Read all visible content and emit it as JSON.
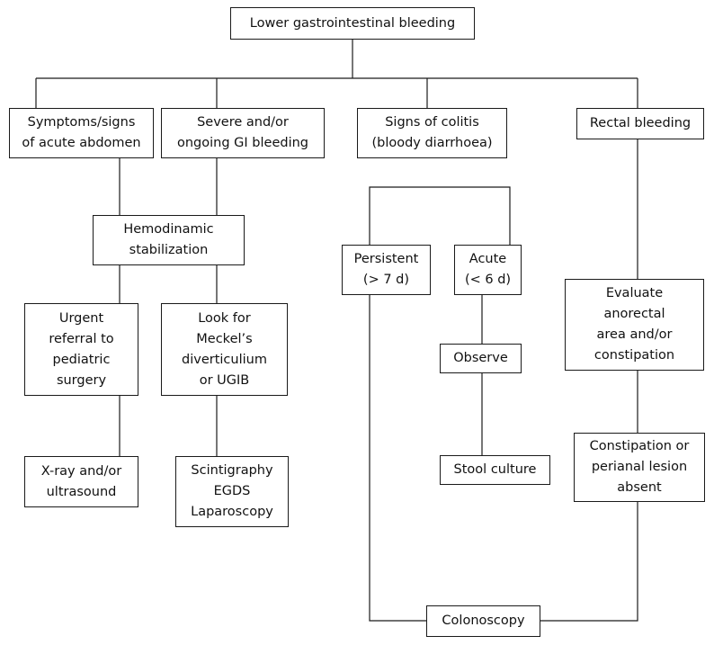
{
  "diagram": {
    "title": "Lower gastrointestinal bleeding",
    "nodes": {
      "acute_abdomen": "Symptoms/signs\nof acute abdomen",
      "severe_bleeding": "Severe and/or\nongoing GI bleeding",
      "colitis": "Signs of colitis\n(bloody diarrhoea)",
      "rectal_bleeding": "Rectal bleeding",
      "hemodynamic": "Hemodinamic\nstabilization",
      "persistent": "Persistent\n(> 7 d)",
      "acute": "Acute\n(< 6 d)",
      "urgent_referral": "Urgent\nreferral to\npediatric\nsurgery",
      "look_for": "Look for\nMeckel’s\ndiverticulium\nor UGIB",
      "evaluate": "Evaluate\nanorectal\narea and/or\nconstipation",
      "observe": "Observe",
      "xray": "X-ray and/or\nultrasound",
      "scintigraphy": "Scintigraphy\nEGDS\nLaparoscopy",
      "stool_culture": "Stool culture",
      "constipation_absent": "Constipation or\nperianal lesion\nabsent",
      "colonoscopy": "Colonoscopy"
    }
  }
}
